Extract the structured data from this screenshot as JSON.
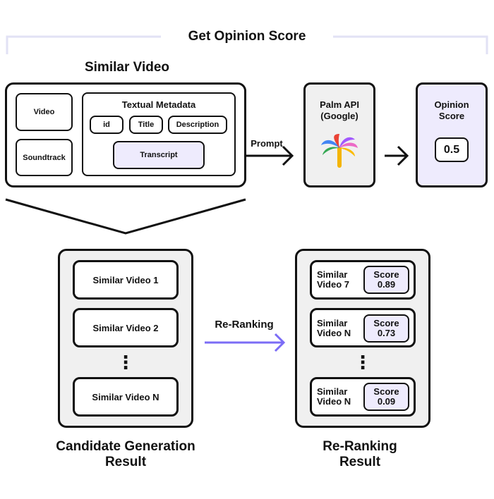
{
  "colors": {
    "stroke": "#111111",
    "panel_fill": "#f0f0f0",
    "highlight_fill": "#eeebfd",
    "bracket": "#e2e2f5",
    "rerank_arrow": "#7b6cf6"
  },
  "header": {
    "title": "Get Opinion Score"
  },
  "similar_video": {
    "title": "Similar Video",
    "video": "Video",
    "soundtrack": "Soundtrack",
    "metadata": {
      "title": "Textual Metadata",
      "id": "id",
      "title_field": "Title",
      "description": "Description",
      "transcript": "Transcript"
    }
  },
  "prompt_label": "Prompt",
  "palm": {
    "line1": "Palm API",
    "line2": "(Google)",
    "icon": "palm-tree-icon"
  },
  "opinion": {
    "line1": "Opinion",
    "line2": "Score",
    "value": "0.5"
  },
  "candidates": {
    "items": [
      "Similar Video 1",
      "Similar Video 2",
      "Similar Video N"
    ],
    "ellipsis": "⋮",
    "caption_line1": "Candidate Generation",
    "caption_line2": "Result"
  },
  "rerank_label": "Re-Ranking",
  "reranked": {
    "items": [
      {
        "line1": "Similar",
        "line2": "Video 7",
        "score_label": "Score",
        "score": "0.89"
      },
      {
        "line1": "Similar",
        "line2": "Video N",
        "score_label": "Score",
        "score": "0.73"
      },
      {
        "line1": "Similar",
        "line2": "Video N",
        "score_label": "Score",
        "score": "0.09"
      }
    ],
    "ellipsis": "⋮",
    "caption_line1": "Re-Ranking",
    "caption_line2": "Result"
  }
}
